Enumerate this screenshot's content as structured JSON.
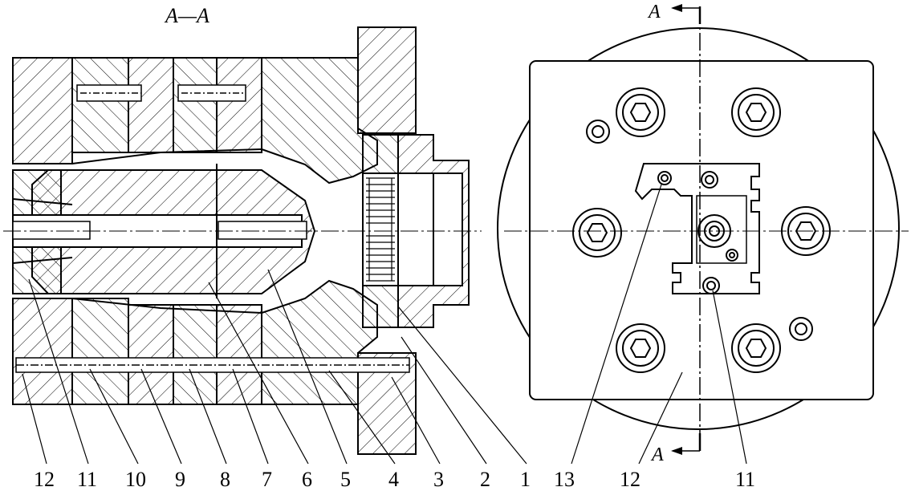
{
  "section_title": "A—A",
  "section_marker_top": "A",
  "section_marker_bottom": "A",
  "callouts": [
    "12",
    "11",
    "10",
    "9",
    "8",
    "7",
    "6",
    "5",
    "4",
    "3",
    "2",
    "1",
    "13",
    "12",
    "11"
  ],
  "colors": {
    "ink": "#000000",
    "paper": "#ffffff"
  }
}
